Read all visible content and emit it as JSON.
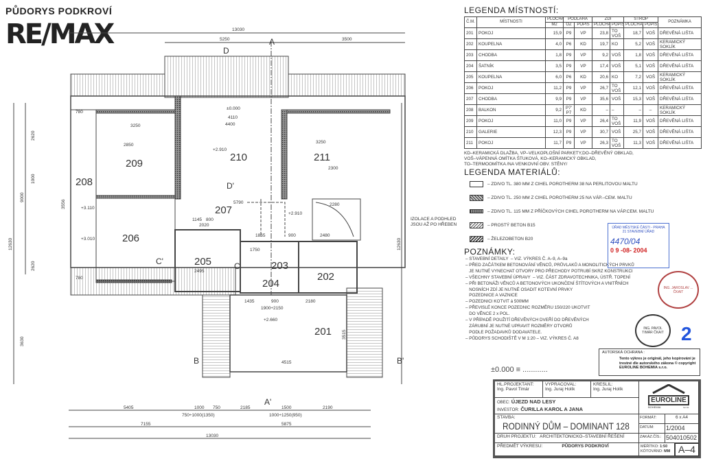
{
  "header": {
    "title": "PŮDORYS PODKROVÍ",
    "logo": "RE/MAX"
  },
  "plan": {
    "rooms": [
      "201",
      "202",
      "203",
      "204",
      "205",
      "206",
      "207",
      "208",
      "209",
      "210",
      "211"
    ],
    "levels": [
      "±0.000",
      "+2.910",
      "+2.910",
      "+3.110",
      "+3.010",
      "+2.660"
    ],
    "section_marks": [
      "A",
      "A'",
      "B",
      "B'",
      "C",
      "C'",
      "D",
      "D'"
    ],
    "top_dims": [
      "13030",
      "5250",
      "3500"
    ],
    "bottom_dims_row1": [
      "5405",
      "1000",
      "750",
      "2185",
      "1500",
      "2190"
    ],
    "bottom_dims_sub": [
      "750÷1000(1350)",
      "1000÷1250(950)"
    ],
    "bottom_dims_row2": [
      "7155",
      "5875"
    ],
    "bottom_dims_total": "13030",
    "left_dims": [
      "12630",
      "9000",
      "3630",
      "2620",
      "1000",
      "3556",
      "2620",
      "780",
      "780"
    ],
    "right_dims": [
      "12630"
    ],
    "inner_dims": [
      "4110",
      "4400",
      "3250",
      "2850",
      "3250",
      "2300",
      "5790",
      "1145",
      "800",
      "2020",
      "1865",
      "900",
      "2480",
      "1435",
      "900",
      "2180",
      "1900÷2150",
      "4515",
      "2495",
      "1750",
      "3515",
      "2280"
    ],
    "annotation": "IZOLACE A PODHLED JSOU AŽ PO HŘEBEN"
  },
  "legend_rooms": {
    "title": "LEGENDA MÍSTNOSTÍ:",
    "headers": {
      "cm": "Č.M.",
      "name": "MÍSTNOSTI",
      "area": "PLOCHA",
      "area_unit": "M2",
      "floor": "PODLAHA",
      "oz": "OZ",
      "popis": "POPIS",
      "walls": "ZDI",
      "plocha": "PLOCHA",
      "ceiling": "STROP",
      "note": "POZNÁMKA"
    },
    "rows": [
      [
        "201",
        "POKOJ",
        "15,9",
        "P9",
        "VP",
        "23,8",
        "TO VOŠ",
        "18,7",
        "VOŠ",
        "DŘEVĚNÁ LIŠTA"
      ],
      [
        "202",
        "KOUPELNA",
        "4,0",
        "P6",
        "KD",
        "19,7",
        "KO",
        "5,2",
        "VOŠ",
        "KERAMICKÝ SOKLÍK"
      ],
      [
        "203",
        "CHODBA",
        "1,8",
        "P9",
        "VP",
        "9,2",
        "VOŠ",
        "1,8",
        "VOŠ",
        "DŘEVĚNÁ LIŠTA"
      ],
      [
        "204",
        "ŠATNÍK",
        "3,5",
        "P9",
        "VP",
        "17,4",
        "VOŠ",
        "5,1",
        "VOŠ",
        "DŘEVĚNÁ LIŠTA"
      ],
      [
        "205",
        "KOUPELNA",
        "6,0",
        "P6",
        "KD",
        "20,6",
        "KO",
        "7,2",
        "VOŠ",
        "KERAMICKÝ SOKLÍK"
      ],
      [
        "206",
        "POKOJ",
        "11,2",
        "P9",
        "VP",
        "26,7",
        "TO VOŠ",
        "12,1",
        "VOŠ",
        "DŘEVĚNÁ LIŠTA"
      ],
      [
        "207",
        "CHODBA",
        "9,9",
        "P9",
        "VP",
        "35,6",
        "VOŠ",
        "15,3",
        "VOŠ",
        "DŘEVĚNÁ LIŠTA"
      ],
      [
        "208",
        "BALKON",
        "9,2",
        "P7' P7",
        "KD",
        "–",
        "–",
        "–",
        "–",
        "KERAMICKÝ SOKLÍK"
      ],
      [
        "209",
        "POKOJ",
        "11,0",
        "P9",
        "VP",
        "26,4",
        "TO VOŠ",
        "11,9",
        "VOŠ",
        "DŘEVĚNÁ LIŠTA"
      ],
      [
        "210",
        "GALERIE",
        "12,3",
        "P9",
        "VP",
        "30,7",
        "VOŠ",
        "25,7",
        "VOŠ",
        "DŘEVĚNÁ LIŠTA"
      ],
      [
        "211",
        "POKOJ",
        "11,7",
        "P9",
        "VP",
        "26,3",
        "TO VOŠ",
        "11,3",
        "VOŠ",
        "DŘEVĚNÁ LIŠTA"
      ]
    ],
    "abbreviations": [
      "KD–KERAMICKÁ DLAŽBA, VP–VELKOPLOŠNÍ PARKETY,DO–DŘEVĚNÝ OBKLAD,",
      "VOŠ–VÁPENNÁ OMÍTKA ŠTUKOVÁ, KO–KERAMICKÝ OBKLAD,",
      "TO–TERMOOMÍTKA /NA VENKOVNÍ OBV. STĚNY/"
    ]
  },
  "legend_materials": {
    "title": "LEGENDA MATERIÁLŮ:",
    "items": [
      "– ZDIVO TL. 380 MM Z CIHEL POROTHERM 38 NA PERLITOVOU MALTU",
      "– ZDIVO TL. 250 MM Z CIHEL POROTHERM 25 NA VÁP.–CEM. MALTU",
      "– ZDIVO TL. 115 MM Z PŘÍČKOVÝCH CIHEL POROTHERM  NA VÁP.CEM. MALTU",
      "– PROSTÝ BETON B15",
      "– ŽELEZOBETON B20"
    ]
  },
  "stamp": {
    "office": "ÚŘAD MĚSTSKÉ ČÁSTI - PRAHA 21 STAVEBNÍ ÚŘAD",
    "number": "4470/04",
    "date": "0 9 -08- 2004"
  },
  "seals": [
    "ING. JAROSLAV ... ČKAIT",
    "ING. PAVOL TIMÁR ČKAIT"
  ],
  "notes": {
    "title": "POZNÁMKY:",
    "items": [
      "– STAVEBNÍ DETAILY  – VIZ. VÝKRES Č. A–9, A–9a",
      "– PŘED ZAČÁTKEM BETONOVÁNÍ VĚNCŮ, PRŮVLAKŮ A MONOLITICKÝCH PRVKŮ",
      "   JE NUTNÉ VYNECHAT OTVORY PRO PŘECHODY POTRUBÍ SKRZ KONSTRUKCI",
      "– VŠECHNY STAVEBNÍ ÚPRAVY  – VIZ. ČÁST ZDRAVOTECHNIKA, ÚSTŘ. TOPENÍ",
      "– PŘI BETONÁŽI VĚNCŮ A BETONOVÝCH UKONČENÍ ŠTÍTOVÝCH A VNITŘNÍCH",
      "   NOSNÍCH ZDÍ JE NUTNÉ OSADIT KOTEVNÍ PRVKY",
      "   POZEDNICE A VAZNICE",
      "– POZEDNICI KOTVIT á 500MM",
      "– PŘEVISLÉ KONCE POZEDNIC ROZMĚRU 150/220 UKOTVIT",
      "   DO VĚNCE 2 x POL.",
      "– V PŘÍPADĚ POUŽITÍ DŘEVĚNÝCH DVEŘÍ DO DŘEVĚNÝCH",
      "   ZÁRUBNÍ JE NUTNÉ UPRAVIT ROZMĚRY OTVORŮ",
      "   PODLE POŽADAVKŮ DODAVATELE.",
      "– PŮDORYS SCHODIŠTĚ V M 1:20 – VIZ. VÝKRES Č. A8"
    ]
  },
  "author": {
    "label": "AUTORSKÁ OCHRANA :",
    "text": "Tento výkres je originál, jeho kopírování je trestné dle autorského zákona © copyright EUROLINE BOHEMIA s.r.o."
  },
  "sheet_mark": "2",
  "zero_level": "±0.000 ≡ ............",
  "title_block": {
    "hl_projektant_label": "HL.PROJEKTANT:",
    "hl_projektant": "Ing. Pavol Timár",
    "vypracoval_label": "VYPRACOVAL:",
    "vypracoval": "Ing. Juraj Holík",
    "kreslil_label": "KRESLIL:",
    "kreslil": "Ing. Juraj Holík",
    "obec_label": "OBEC:",
    "obec": "ÚJEZD NAD LESY",
    "investor_label": "INVESTOR:",
    "investor": "ČURILLA KAROL A JANA",
    "stavba_label": "STAVBA:",
    "stavba": "RODINNÝ DŮM – DOMINANT 128",
    "druh_label": "DRUH PROJEKTU:",
    "druh": "ARCHITEKTONICKO–STAVEBNÍ ŘEŠENÍ",
    "predmet_label": "PŘEDMĚT VÝKRESU:",
    "predmet": "PŮDORYS PODKROVÍ",
    "company": "EUROLINE",
    "company_sub_left": "BOHEMIA",
    "company_sub_right": "s.r.o.",
    "format_label": "FORMÁT:",
    "format": "6 x A4",
    "datum_label": "DATUM:",
    "datum": "1/2004",
    "zakaz_label": "ZAKÁZ.ČÍS.:",
    "zakaz": "504010502",
    "meritko_label": "MĚŘÍTKO:",
    "meritko": "1:50",
    "kotovano_label": "KÓTOVÁNO:",
    "kotovano": "MM",
    "sheet": "A–4"
  }
}
